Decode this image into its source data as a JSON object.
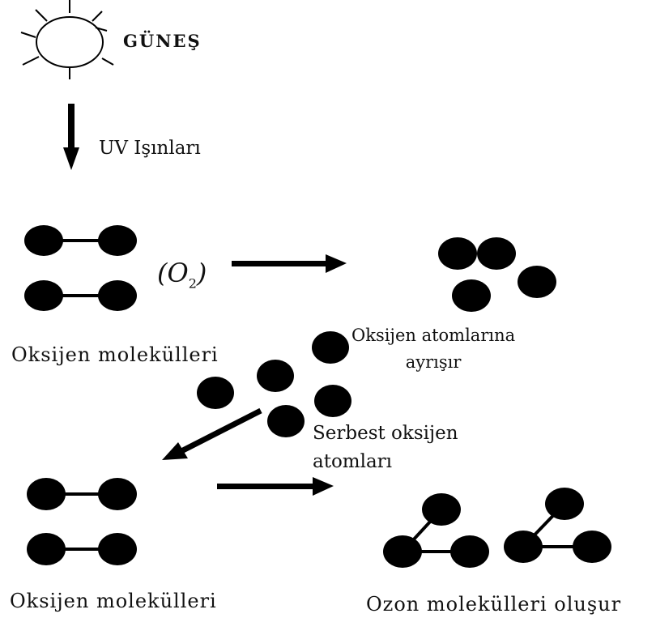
{
  "sun": {
    "label": "GÜNEŞ"
  },
  "uv": {
    "label": "UV Işınları"
  },
  "o2_formula": {
    "symbol": "O",
    "subscript": "2"
  },
  "oxygen_molecules_top": {
    "label": "Oksijen molekülleri"
  },
  "split_atoms": {
    "line1": "Oksijen atomlarına",
    "line2": "ayrışır"
  },
  "free_atoms": {
    "line1": "Serbest oksijen",
    "line2": "atomları"
  },
  "oxygen_molecules_bottom": {
    "label": "Oksijen molekülleri"
  },
  "ozone": {
    "label": "Ozon molekülleri oluşur"
  },
  "colors": {
    "ink": "#000000",
    "background": "#ffffff"
  }
}
